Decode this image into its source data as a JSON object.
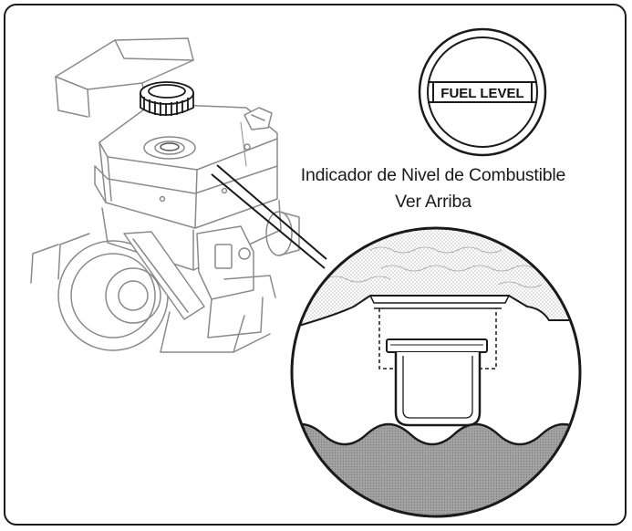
{
  "fuel_gauge_badge": {
    "label": "FUEL LEVEL"
  },
  "caption": {
    "line1": "Indicador de Nivel de Combustible",
    "line2": "Ver Arriba"
  },
  "colors": {
    "ink": "#1a1a1a",
    "line_light": "#8a8a8a",
    "fuel_fill": "#9b9b9b",
    "background": "#ffffff"
  }
}
